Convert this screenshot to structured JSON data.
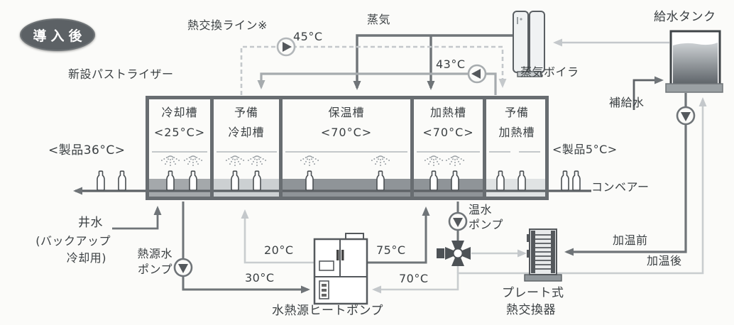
{
  "badge": {
    "label": "導入後"
  },
  "title": {
    "pasteurizer": "新設パストライザー"
  },
  "top": {
    "heat_exchange_line": "熱交換ライン※",
    "steam": "蒸気",
    "boiler": "蒸気ボイラ",
    "water_tank": "給水タンク",
    "makeup_water": "補給水"
  },
  "temps": {
    "hx": "45°C",
    "boiler_return": "43°C",
    "cold_supply": "20°C",
    "source_supply": "30°C",
    "hot_supply": "75°C",
    "hot_return": "70°C"
  },
  "tanks": [
    {
      "line1": "冷却槽",
      "line2": "<25°C>"
    },
    {
      "line1": "予備",
      "line2": "冷却槽"
    },
    {
      "line1": "保温槽",
      "line2": "<70°C>"
    },
    {
      "line1": "加熱槽",
      "line2": "<70°C>"
    },
    {
      "line1": "予備",
      "line2": "加熱槽"
    }
  ],
  "sides": {
    "product_out": "<製品36°C>",
    "product_in": "<製品5°C>",
    "conveyor": "コンベアー"
  },
  "bottom": {
    "well_water": "井水",
    "well_water_note1": "(バックアップ",
    "well_water_note2": "冷却用)",
    "heat_source_pump1": "熱源水",
    "heat_source_pump2": "ポンプ",
    "heat_pump": "水熱源ヒートポンプ",
    "hot_water_pump1": "温水",
    "hot_water_pump2": "ポンプ",
    "plate_hx1": "プレート式",
    "plate_hx2": "熱交換器",
    "before_heat": "加温前",
    "after_heat": "加温後"
  },
  "icons": {
    "pump-icon": "circle with solid triangle (flow direction)",
    "three-way-valve-icon": "maltese-cross valve with center circle",
    "bottle-icon": "white bottle silhouette",
    "spray-icon": "dotted spray fan",
    "steam-boiler-icon": "twin upright cylinders",
    "water-tank-icon": "tank with dark water level",
    "heat-pump-icon": "cabinet with doors and vents",
    "plate-heat-exchanger-icon": "stacked plates on pedestal"
  },
  "colors": {
    "line_dark": "#6f7478",
    "line_medium": "#a6abae",
    "line_light": "#c9cdcf",
    "tank_border": "#686d71",
    "badge_bg": "#5c6165",
    "text": "#3b4043"
  }
}
